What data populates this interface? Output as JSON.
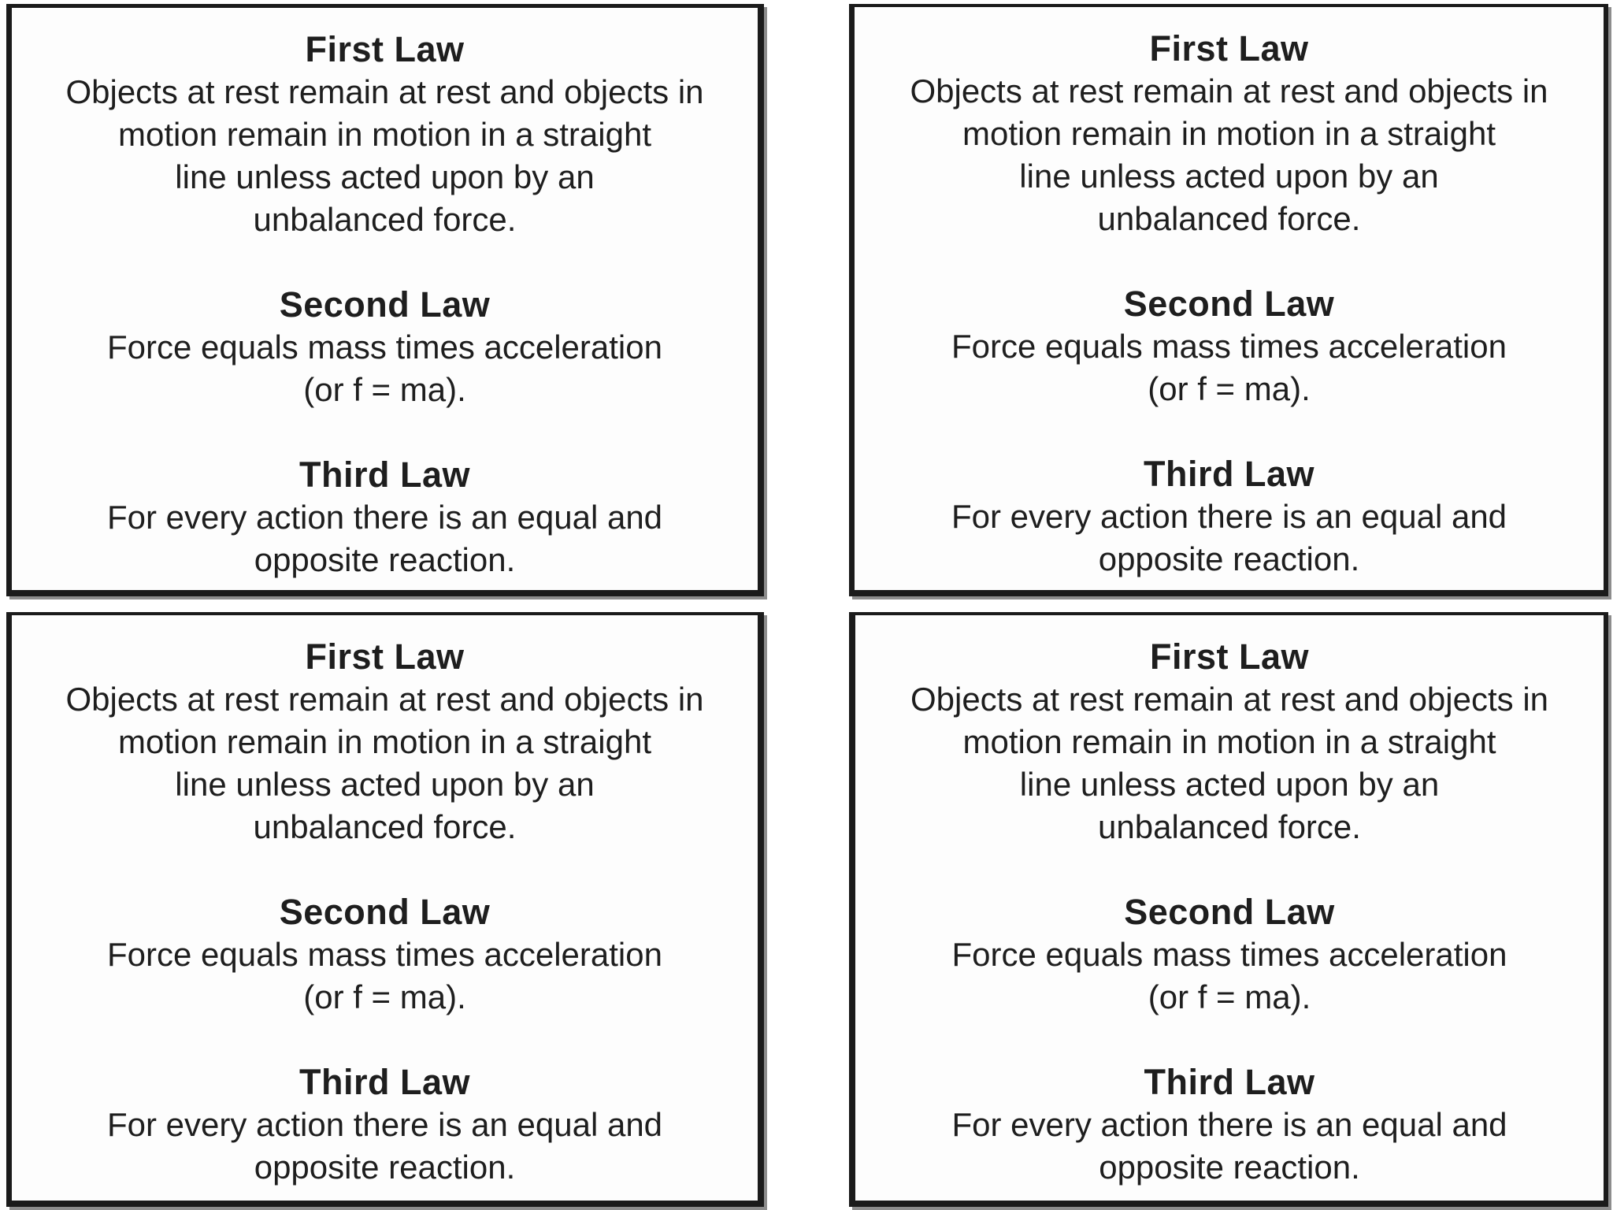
{
  "document": {
    "kind": "printable-flashcard-sheet",
    "grid": {
      "rows": 2,
      "columns": 2
    }
  },
  "colors": {
    "page_bg": "#ffffff",
    "card_bg": "#fdfdfd",
    "border": "#1b1b1b",
    "text": "#1e1e1e",
    "shadow": "#8d8d8d"
  },
  "cards": [
    {
      "position": "top-left",
      "sections": [
        {
          "heading": "First Law",
          "lines": [
            "Objects at rest remain at rest and objects in",
            "motion remain in motion in a straight",
            "line unless acted upon by an",
            "unbalanced force."
          ]
        },
        {
          "heading": "Second Law",
          "lines": [
            "Force equals mass times acceleration",
            "(or f = ma)."
          ]
        },
        {
          "heading": "Third Law",
          "lines": [
            "For every action there is an equal and",
            "opposite reaction."
          ]
        }
      ]
    },
    {
      "position": "top-right",
      "sections": [
        {
          "heading": "First Law",
          "lines": [
            "Objects at rest remain at rest and objects in",
            "motion remain in motion in a straight",
            "line unless acted upon by an",
            "unbalanced force."
          ]
        },
        {
          "heading": "Second Law",
          "lines": [
            "Force equals mass times acceleration",
            "(or f = ma)."
          ]
        },
        {
          "heading": "Third Law",
          "lines": [
            "For every action there is an equal and",
            "opposite reaction."
          ]
        }
      ]
    },
    {
      "position": "bottom-left",
      "sections": [
        {
          "heading": "First Law",
          "lines": [
            "Objects at rest remain at rest and objects in",
            "motion remain in motion in a straight",
            "line unless acted upon by an",
            "unbalanced force."
          ]
        },
        {
          "heading": "Second Law",
          "lines": [
            "Force equals mass times acceleration",
            "(or f = ma)."
          ]
        },
        {
          "heading": "Third Law",
          "lines": [
            "For every action there is an equal and",
            "opposite reaction."
          ]
        }
      ]
    },
    {
      "position": "bottom-right",
      "sections": [
        {
          "heading": "First Law",
          "lines": [
            "Objects at rest remain at rest and objects in",
            "motion remain in motion in a straight",
            "line unless acted upon by an",
            "unbalanced force."
          ]
        },
        {
          "heading": "Second Law",
          "lines": [
            "Force equals mass times acceleration",
            "(or f = ma)."
          ]
        },
        {
          "heading": "Third Law",
          "lines": [
            "For every action there is an equal and",
            "opposite reaction."
          ]
        }
      ]
    }
  ]
}
